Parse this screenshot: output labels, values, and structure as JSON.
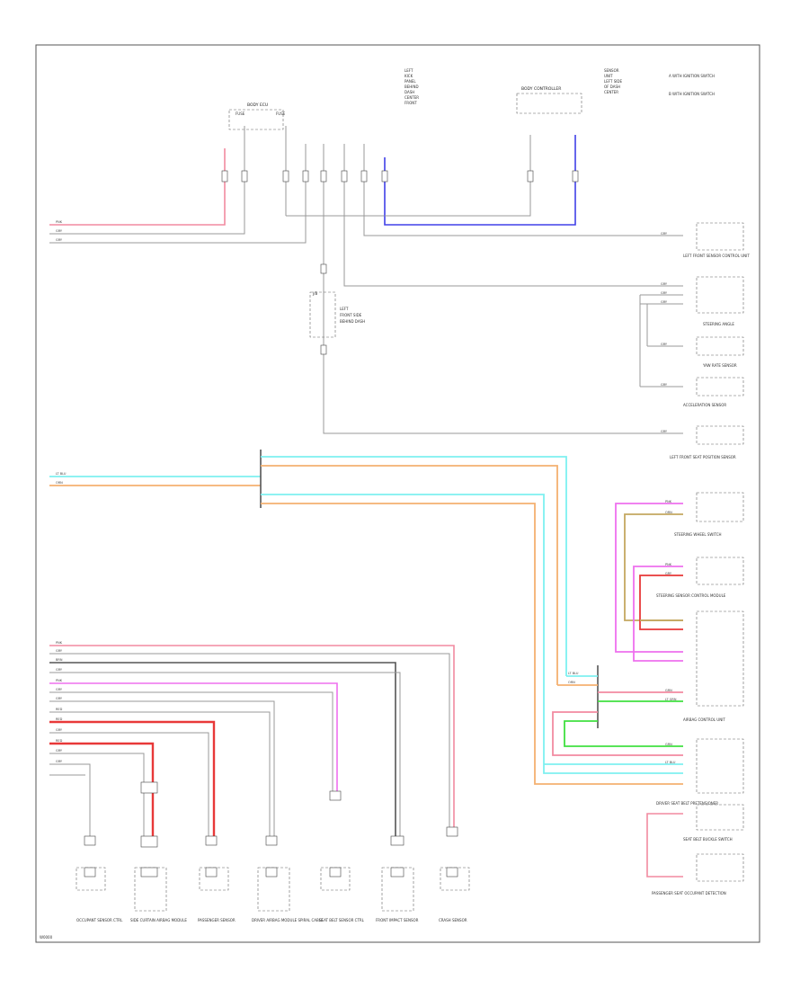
{
  "diagram": {
    "footer_id": "W0000",
    "top": {
      "fuse_block_title": "BODY ECU",
      "fuse_left": "FUSE",
      "fuse_right": "FUSE",
      "ground_notes": [
        "LEFT",
        "KICK",
        "PANEL",
        "BEHIND",
        "DASH",
        "CENTER",
        "FRONT"
      ],
      "controller_title": "BODY CONTROLLER",
      "key_notes": [
        "SENSOR",
        "UNIT",
        "LEFT SIDE",
        "OF DASH",
        "CENTER"
      ],
      "legend": [
        "A  WITH IGNITION SWITCH",
        "B  WITH IGNITION SWITCH"
      ]
    },
    "left_wires": [
      "PNK",
      "GRY",
      "GRY"
    ],
    "mid_left_wires": [
      "LT BLU",
      "ORN"
    ],
    "splice_notes": [
      "J/B",
      "LEFT",
      "FRONT SIDE",
      "BEHIND DASH"
    ],
    "right_modules": [
      "LEFT FRONT SENSOR CONTROL UNIT",
      "STEERING ANGLE",
      "YAW RATE SENSOR",
      "ACCELERATION SENSOR",
      "LEFT FRONT SEAT POSITION SENSOR",
      "STEERING WHEEL SWITCH",
      "STEERING SENSOR CONTROL MODULE",
      "AIRBAG CONTROL UNIT",
      "DRIVER SEAT BELT PRETENSIONER",
      "SEAT BELT BUCKLE SWITCH",
      "PASSENGER SEAT OCCUPANT DETECTION"
    ],
    "right_wire_codes": [
      "GRY",
      "GRY",
      "GRY",
      "GRY",
      "GRY",
      "GRY",
      "GRY",
      "PNK",
      "ORN",
      "PNK",
      "GRY",
      "LT BLU",
      "ORN",
      "GRN",
      "LT GRN",
      "LT BLU",
      "GRN"
    ],
    "bottom_wires": [
      "PNK",
      "GRY",
      "BRN",
      "GRY",
      "PNK",
      "GRY",
      "GRY",
      "RED",
      "RED",
      "GRY",
      "RED",
      "GRY",
      "GRY"
    ],
    "bottom_components": [
      "OCCUPANT SENSOR CTRL",
      "SIDE CURTAIN AIRBAG MODULE",
      "PASSENGER SENSOR",
      "DRIVER AIRBAG MODULE SPIRAL CABLE",
      "SEAT BELT SENSOR CTRL",
      "FRONT IMPACT SENSOR",
      "CRASH SENSOR"
    ],
    "colors": {
      "pink": "#f28aa0",
      "blue": "#4040e8",
      "cyan": "#7ef0f0",
      "orange": "#f4b070",
      "magenta": "#ee70ee",
      "red": "#e83838",
      "green": "#40e040",
      "olive": "#c4a860",
      "gray": "#9a9a9a",
      "dark": "#555555"
    }
  }
}
